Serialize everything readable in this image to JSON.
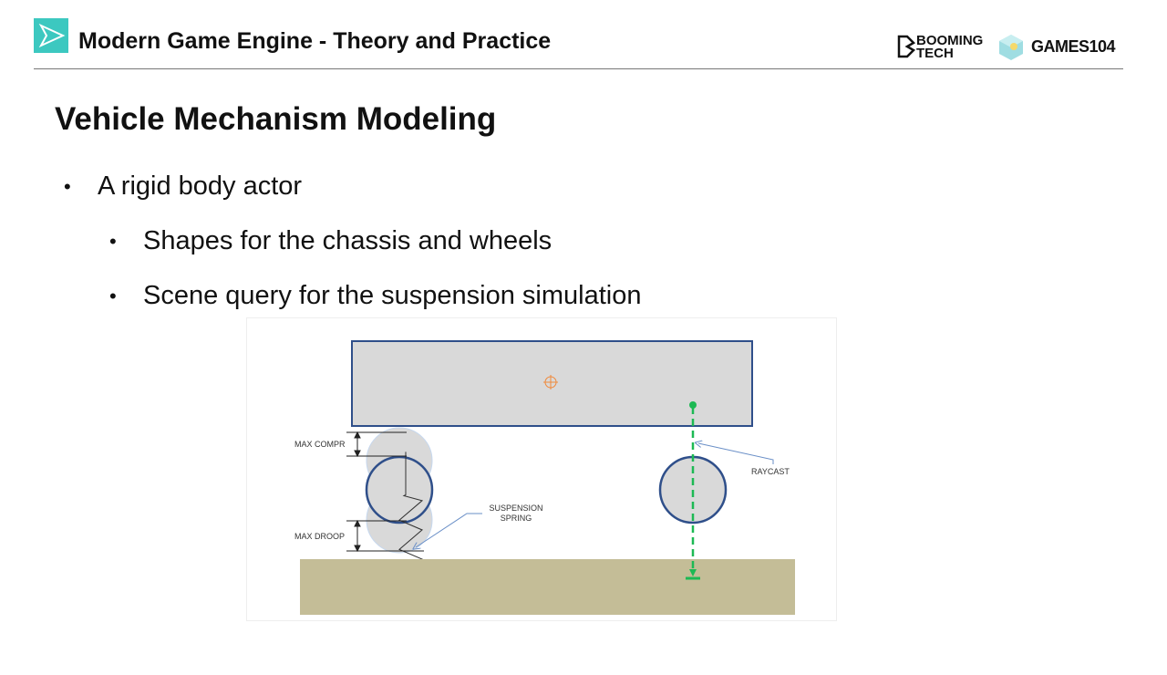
{
  "header": {
    "title": "Modern Game Engine - Theory and Practice",
    "logos": {
      "booming": "BOOMING TECH",
      "games": "GAMES104"
    }
  },
  "slide": {
    "title": "Vehicle Mechanism Modeling",
    "bullets": [
      {
        "text": "A rigid body actor",
        "level": 1
      },
      {
        "text": "Shapes for the chassis and wheels",
        "level": 2
      },
      {
        "text": "Scene query for the suspension simulation",
        "level": 2
      }
    ]
  },
  "diagram": {
    "labels": {
      "max_compr": "MAX COMPR",
      "max_droop": "MAX DROOP",
      "suspension_1": "SUSPENSION",
      "suspension_2": "SPRING",
      "raycast": "RAYCAST"
    },
    "colors": {
      "chassis": "#d9d9d9",
      "outline": "#2f4f8a",
      "ground": "#c4bd97",
      "ray": "#1db954",
      "accent": "#3cc8c0"
    }
  }
}
